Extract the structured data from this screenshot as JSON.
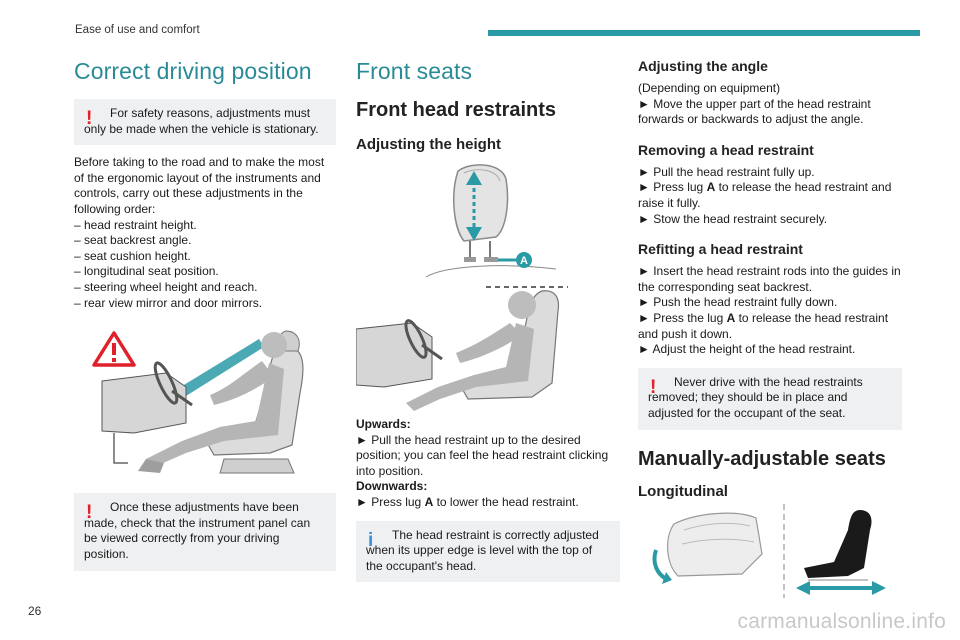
{
  "header": {
    "section": "Ease of use and comfort",
    "accent_color": "#2a9aa6"
  },
  "page_number": "26",
  "watermark": "carmanualsonline.info",
  "col1": {
    "title": "Correct driving position",
    "warning": "For safety reasons, adjustments must only be made when the vehicle is stationary.",
    "intro": "Before taking to the road and to make the most of the ergonomic layout of the instruments and controls, carry out these adjustments in the following order:",
    "steps": [
      "– head restraint height.",
      "– seat backrest angle.",
      "– seat cushion height.",
      "– longitudinal seat position.",
      "– steering wheel height and reach.",
      "– rear view mirror and door mirrors."
    ],
    "warning2": "Once these adjustments have been made, check that the instrument panel can be viewed correctly from your driving position."
  },
  "col2": {
    "title": "Front seats",
    "section": "Front head restraints",
    "sub": "Adjusting the height",
    "label_a": "A",
    "upwards_label": "Upwards:",
    "upwards_text": "► Pull the head restraint up to the desired position; you can feel the head restraint clicking into position.",
    "downwards_label": "Downwards:",
    "downwards_pre": "► Press lug ",
    "downwards_lug": "A",
    "downwards_post": " to lower the head restraint.",
    "info": "The head restraint is correctly adjusted when its upper edge is level with the top of the occupant's head."
  },
  "col3": {
    "angle_title": "Adjusting the angle",
    "angle_l1": "(Depending on equipment)",
    "angle_l2": "► Move the upper part of the head restraint forwards or backwards to adjust the angle.",
    "remove_title": "Removing a head restraint",
    "remove_l1": "► Pull the head restraint fully up.",
    "remove_l2_pre": "► Press lug ",
    "remove_l2_lug": "A",
    "remove_l2_post": " to release the head restraint and raise it fully.",
    "remove_l3": "► Stow the head restraint securely.",
    "refit_title": "Refitting a head restraint",
    "refit_l1": "► Insert the head restraint rods into the guides in the corresponding seat backrest.",
    "refit_l2": "► Push the head restraint fully down.",
    "refit_l3_pre": "► Press the lug ",
    "refit_l3_lug": "A",
    "refit_l3_post": " to release the head restraint and push it down.",
    "refit_l4": "► Adjust the height of the head restraint.",
    "warning": "Never drive with the head restraints removed; they should be in place and adjusted for the occupant of the seat.",
    "manual_title": "Manually-adjustable seats",
    "long_title": "Longitudinal"
  }
}
